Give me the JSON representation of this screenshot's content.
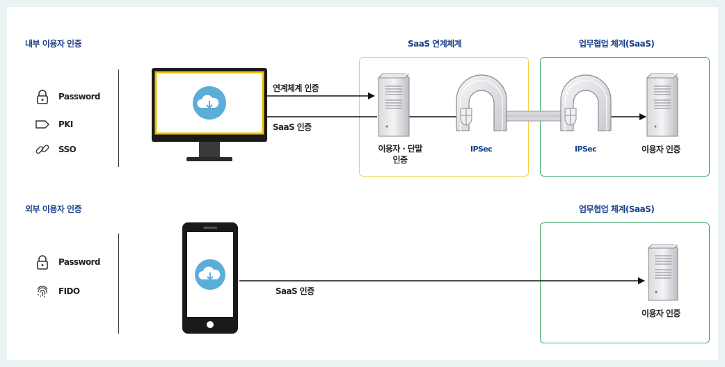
{
  "internal": {
    "title": "내부 이용자 인증",
    "methods": [
      "Password",
      "PKI",
      "SSO"
    ],
    "link_auth_label": "연계체계 인증",
    "saas_auth_label": "SaaS 인증",
    "saas_box_title": "SaaS 연계체계",
    "saas_box_node_label": "이용자 · 단말\n인증",
    "ipsec_left": "IPSec",
    "ipsec_right": "IPSec",
    "collab_box_title": "업무협업 체계(SaaS)",
    "collab_node_label": "이용자 인증"
  },
  "external": {
    "title": "외부 이용자 인증",
    "methods": [
      "Password",
      "FIDO"
    ],
    "saas_auth_label": "SaaS 인증",
    "collab_box_title": "업무협업 체계(SaaS)",
    "collab_node_label": "이용자 인증"
  },
  "colors": {
    "title_blue": "#1a3f8a",
    "yellow_border": "#f3cf4a",
    "green_border": "#3ea86b",
    "cloud_blue": "#5aaed8"
  }
}
